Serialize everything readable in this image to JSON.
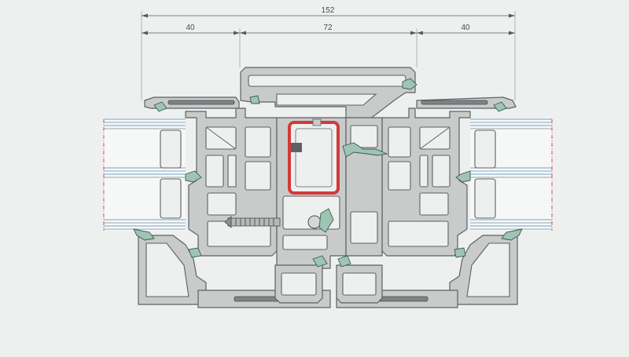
{
  "dimensions": {
    "overall": "152",
    "left_sash": "40",
    "frame": "72",
    "right_sash": "40"
  },
  "colors": {
    "background": "#eef0ef",
    "profile": "#c9cbcb",
    "outline": "#5c6163",
    "reinforcement": "#d23a3a",
    "seal": "#9fc4b4",
    "glass_blue": "#6ea5d8",
    "glass_gray": "#9aa3a8"
  }
}
